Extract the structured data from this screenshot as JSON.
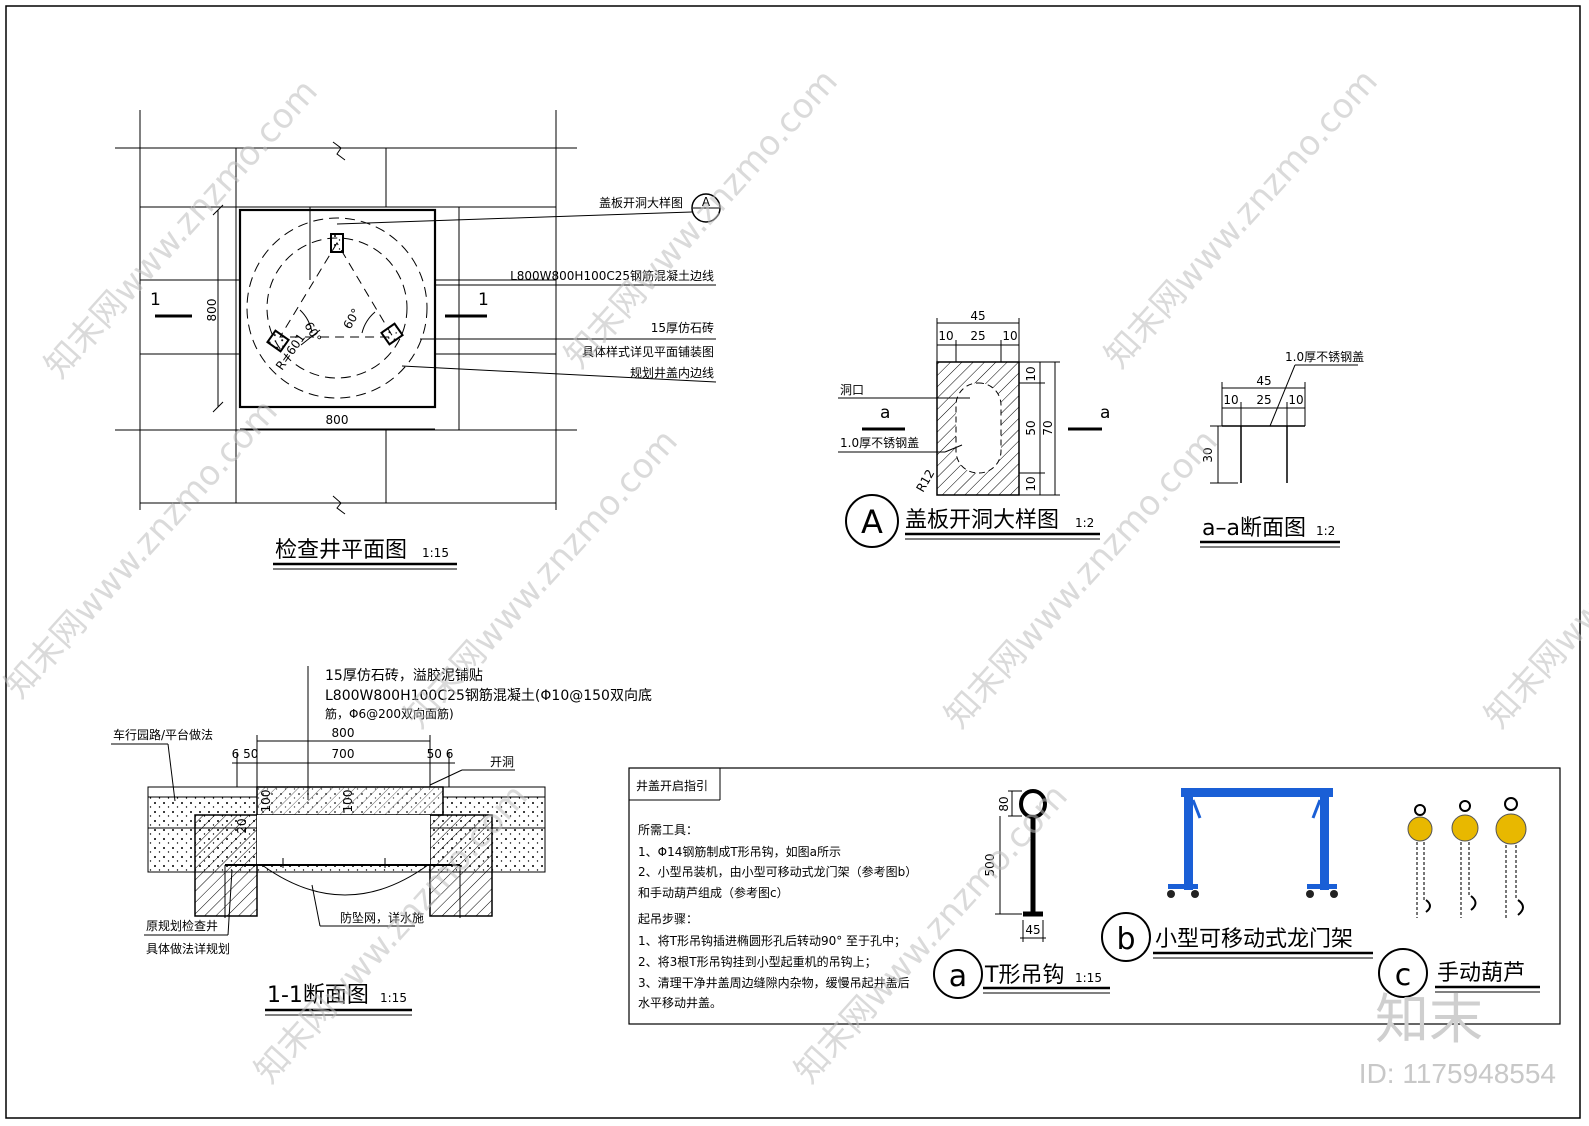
{
  "watermark": {
    "site": "知末网www.znzmo.com",
    "logo": "知末",
    "id": "ID: 1175948554"
  },
  "plan": {
    "title": "检查井平面图",
    "scale": "1:15",
    "dim_width": "800",
    "dim_height": "800",
    "section_mark": "1",
    "angle_label": "60°",
    "radius_label": "R=601",
    "callouts": [
      "盖板开洞大样图",
      "L800W800H100C25钢筋混凝土边线",
      "15厚仿石砖",
      "具体样式详见平面铺装图",
      "规划井盖内边线"
    ],
    "detail_ref": "A"
  },
  "detailA": {
    "bubble": "A",
    "title": "盖板开洞大样图",
    "scale": "1:2",
    "dims": {
      "total": "45",
      "left": "10",
      "mid": "25",
      "right": "10",
      "height": "70",
      "hole": "50",
      "top": "10",
      "bottom": "10",
      "radius": "R12"
    },
    "labels": {
      "hole": "洞口",
      "cover": "1.0厚不锈钢盖",
      "section": "a"
    }
  },
  "section_aa": {
    "title": "a–a断面图",
    "scale": "1:2",
    "dims": {
      "total": "45",
      "left": "10",
      "mid": "25",
      "right": "10",
      "depth": "30"
    },
    "label": "1.0厚不锈钢盖"
  },
  "section11": {
    "title": "1-1断面图",
    "scale": "1:15",
    "callout1": "15厚仿石砖，溢胶泥铺贴",
    "callout2a": "L800W800H100C25钢筋混凝土(Φ10@150双向底",
    "callout2b": "筋，Φ6@200双向面筋)",
    "road": "车行园路/平台做法",
    "hole": "开洞",
    "dims": {
      "total": "800",
      "inner": "700",
      "left": "6 50",
      "right": "50 6",
      "h1": "100",
      "h2": "20",
      "h3": "100"
    },
    "well": "原规划检查井",
    "well_detail": "具体做法详规划",
    "net": "防坠网，详水施"
  },
  "guide": {
    "header": "井盖开启指引",
    "lines": [
      "所需工具：",
      "1、Φ14钢筋制成T形吊钩，如图a所示",
      "2、小型吊装机，由小型可移动式龙门架（参考图b）",
      "和手动葫芦组成（参考图c）",
      "起吊步骤：",
      "1、将T形吊钩插进椭圆形孔后转动90° 至于孔中；",
      "2、将3根T形吊钩挂到小型起重机的吊钩上；",
      "3、清理干净井盖周边缝隙内杂物，缓慢吊起井盖后",
      "水平移动井盖。"
    ],
    "hook": {
      "bubble": "a",
      "title": "T形吊钩",
      "scale": "1:15",
      "d1": "80",
      "d2": "500",
      "d3": "45"
    },
    "gantry": {
      "bubble": "b",
      "title": "小型可移动式龙门架"
    },
    "hoist": {
      "bubble": "c",
      "title": "手动葫芦"
    }
  },
  "colors": {
    "gantry": "#1a5fd6",
    "hoist": "#e8b800"
  }
}
